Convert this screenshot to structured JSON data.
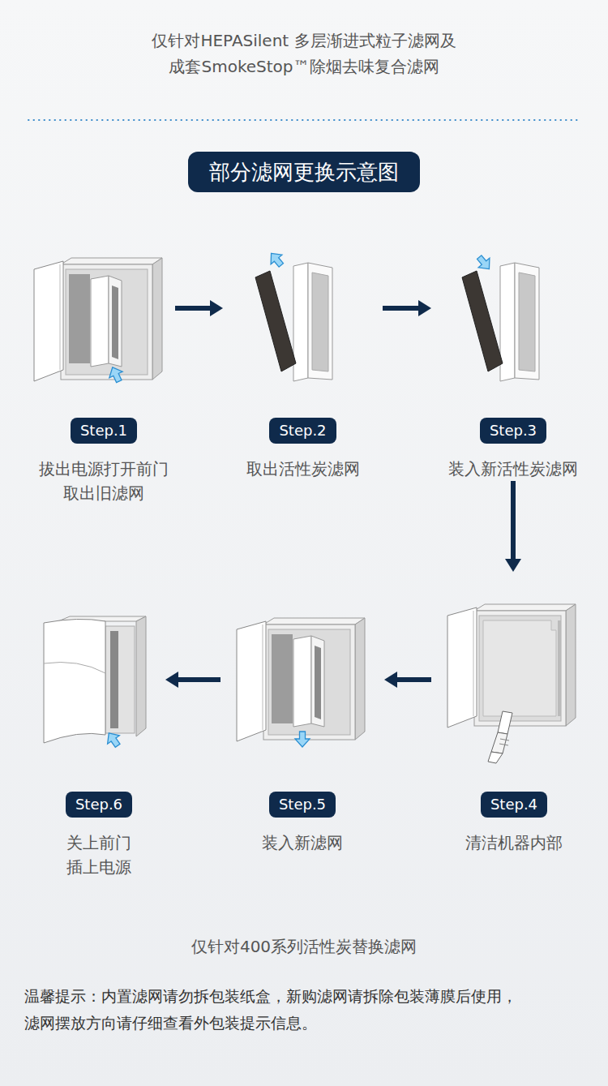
{
  "diagram": {
    "title": "部分滤网更换示意图",
    "caption": "仅针对400系列活性炭替换滤网",
    "nodes": [
      {
        "text": [
          "Step.1",
          "拔出电源打开前门 取出旧滤网"
        ]
      },
      {
        "text": [
          "Step.2",
          "取出活性炭滤网"
        ]
      },
      {
        "text": [
          "Step.3",
          "装入新活性炭滤网"
        ]
      },
      {
        "text": [
          "Step.4",
          "清洁机器内部"
        ]
      },
      {
        "text": [
          "Step.5",
          "装入新滤网"
        ]
      },
      {
        "text": [
          "Step.6",
          "关上前门 插上电源"
        ]
      }
    ],
    "edges": [
      {
        "from": 0,
        "to": 1,
        "arrow": "to"
      },
      {
        "from": 1,
        "to": 2,
        "arrow": "to"
      },
      {
        "from": 2,
        "to": 3,
        "arrow": "to"
      },
      {
        "from": 3,
        "to": 4,
        "arrow": "to"
      },
      {
        "from": 4,
        "to": 5,
        "arrow": "to"
      }
    ],
    "labels": [
      "仅针对HEPASilent 多层渐进式粒子滤网及 成套SmokeStop™除烟去味复合滤网",
      "温馨提示：内置滤网请勿拆包装纸盒，新购滤网请拆除包装薄膜后使用，滤网摆放方向请仔细查看外包装提示信息。"
    ]
  }
}
